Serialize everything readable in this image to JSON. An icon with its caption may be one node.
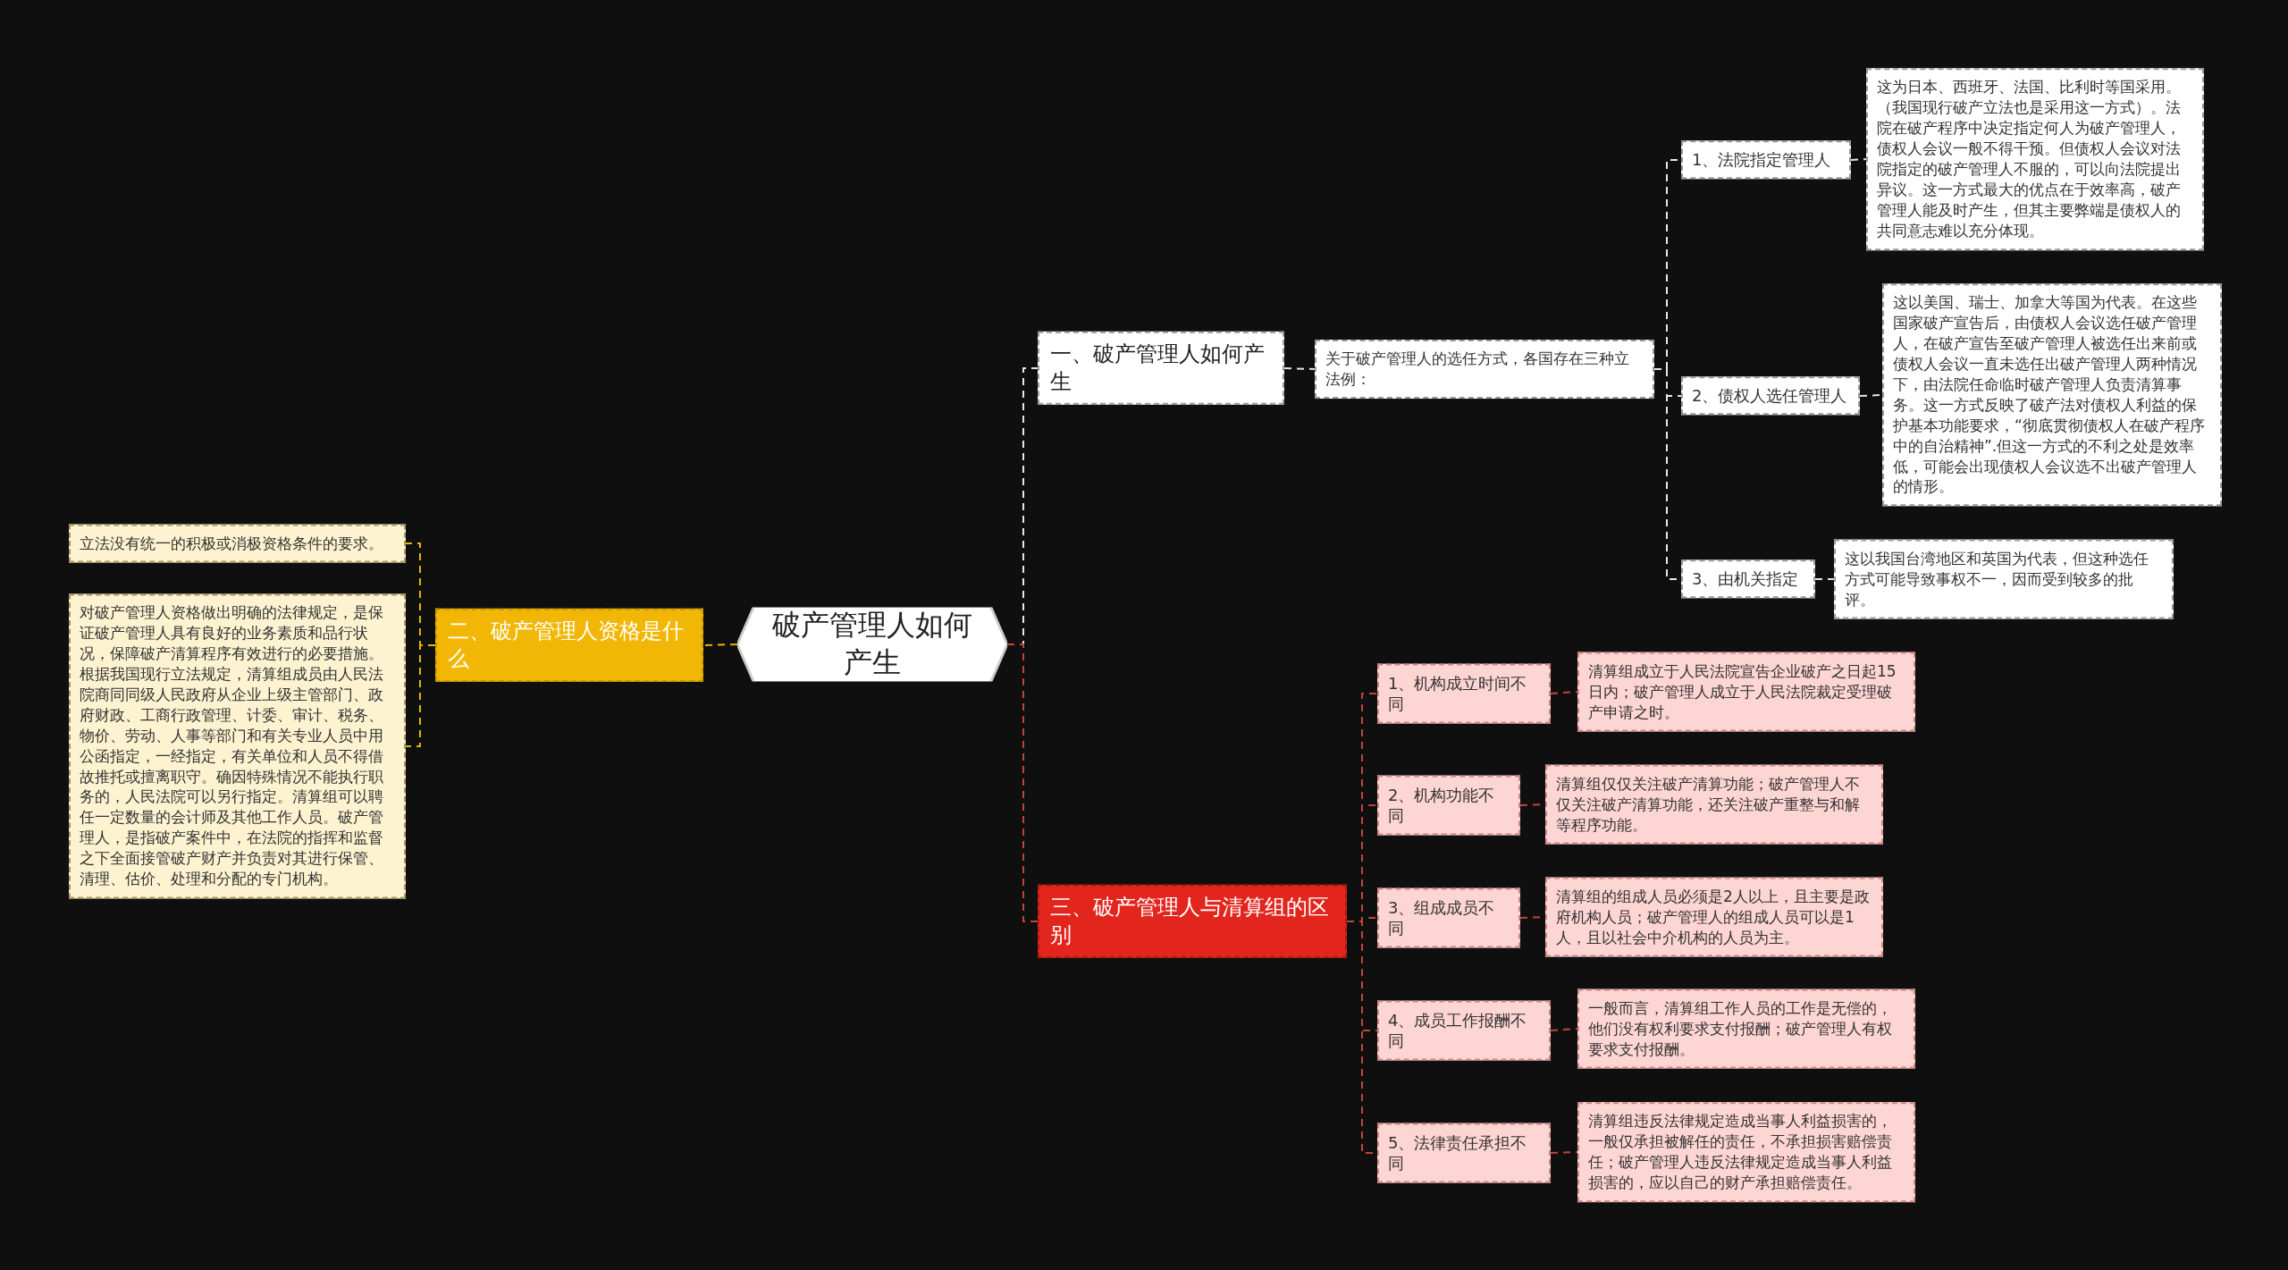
{
  "diagram": {
    "nodes": [
      {
        "text": [
          "破产管理人如何产生"
        ]
      },
      {
        "text": [
          "一、破产管理人如何产生"
        ]
      },
      {
        "text": [
          "关于破产管理人的选任方式，各国存在三种立法例："
        ]
      },
      {
        "text": [
          "1、法院指定管理人"
        ]
      },
      {
        "text": [
          "这为日本、西班牙、法国、比利时等国采用。（我国现行破产立法也是采用这一方式）。法院在破产程序中决定指定何人为破产管理人，债权人会议一般不得干预。但债权人会议对法院指定的破产管理人不服的，可以向法院提出异议。这一方式最大的优点在于效率高，破产管理人能及时产生，但其主要弊端是债权人的共同意志难以充分体现。"
        ]
      },
      {
        "text": [
          "2、债权人选任管理人"
        ]
      },
      {
        "text": [
          "这以美国、瑞士、加拿大等国为代表。在这些国家破产宣告后，由债权人会议选任破产管理人，在破产宣告至破产管理人被选任出来前或债权人会议一直未选任出破产管理人两种情况下，由法院任命临时破产管理人负责清算事务。这一方式反映了破产法对债权人利益的保护基本功能要求，“彻底贯彻债权人在破产程序中的自治精神”.但这一方式的不利之处是效率低，可能会出现债权人会议选不出破产管理人的情形。"
        ]
      },
      {
        "text": [
          "3、由机关指定"
        ]
      },
      {
        "text": [
          "这以我国台湾地区和英国为代表，但这种选任方式可能导致事权不一，因而受到较多的批评。"
        ]
      },
      {
        "text": [
          "二、破产管理人资格是什么"
        ]
      },
      {
        "text": [
          "立法没有统一的积极或消极资格条件的要求。"
        ]
      },
      {
        "text": [
          "对破产管理人资格做出明确的法律规定，是保证破产管理人具有良好的业务素质和品行状况，保障破产清算程序有效进行的必要措施。根据我国现行立法规定，清算组成员由人民法院商同同级人民政府从企业上级主管部门、政府财政、工商行政管理、计委、审计、税务、物价、劳动、人事等部门和有关专业人员中用公函指定，一经指定，有关单位和人员不得借故推托或擅离职守。确因特殊情况不能执行职务的，人民法院可以另行指定。清算组可以聘任一定数量的会计师及其他工作人员。破产管理人，是指破产案件中，在法院的指挥和监督之下全面接管破产财产并负责对其进行保管、清理、估价、处理和分配的专门机构。"
        ]
      },
      {
        "text": [
          "三、破产管理人与清算组的区别"
        ]
      },
      {
        "text": [
          "1、机构成立时间不同"
        ]
      },
      {
        "text": [
          "清算组成立于人民法院宣告企业破产之日起15日内；破产管理人成立于人民法院裁定受理破产申请之时。"
        ]
      },
      {
        "text": [
          "2、机构功能不同"
        ]
      },
      {
        "text": [
          "清算组仅仅关注破产清算功能；破产管理人不仅关注破产清算功能，还关注破产重整与和解等程序功能。"
        ]
      },
      {
        "text": [
          "3、组成成员不同"
        ]
      },
      {
        "text": [
          "清算组的组成人员必须是2人以上，且主要是政府机构人员；破产管理人的组成人员可以是1人，且以社会中介机构的人员为主。"
        ]
      },
      {
        "text": [
          "4、成员工作报酬不同"
        ]
      },
      {
        "text": [
          "一般而言，清算组工作人员的工作是无偿的，他们没有权利要求支付报酬；破产管理人有权要求支付报酬。"
        ]
      },
      {
        "text": [
          "5、法律责任承担不同"
        ]
      },
      {
        "text": [
          "清算组违反法律规定造成当事人利益损害的，一般仅承担被解任的责任，不承担损害赔偿责任；破产管理人违反法律规定造成当事人利益损害的，应以自己的财产承担赔偿责任。"
        ]
      }
    ],
    "edges": [
      {
        "from": 0,
        "to": 1,
        "arrow": "none",
        "style": "dashed",
        "color": "#e6e6e6"
      },
      {
        "from": 1,
        "to": 2,
        "arrow": "none",
        "style": "dashed",
        "color": "#e6e6e6"
      },
      {
        "from": 2,
        "to": 3,
        "arrow": "none",
        "style": "dashed",
        "color": "#e6e6e6"
      },
      {
        "from": 3,
        "to": 4,
        "arrow": "none",
        "style": "dashed",
        "color": "#e6e6e6"
      },
      {
        "from": 2,
        "to": 5,
        "arrow": "none",
        "style": "dashed",
        "color": "#e6e6e6"
      },
      {
        "from": 5,
        "to": 6,
        "arrow": "none",
        "style": "dashed",
        "color": "#e6e6e6"
      },
      {
        "from": 2,
        "to": 7,
        "arrow": "none",
        "style": "dashed",
        "color": "#e6e6e6"
      },
      {
        "from": 7,
        "to": 8,
        "arrow": "none",
        "style": "dashed",
        "color": "#e6e6e6"
      },
      {
        "from": 0,
        "to": 9,
        "arrow": "none",
        "style": "dashed",
        "color": "#e8b400"
      },
      {
        "from": 9,
        "to": 10,
        "arrow": "none",
        "style": "dashed",
        "color": "#e8b400"
      },
      {
        "from": 9,
        "to": 11,
        "arrow": "none",
        "style": "dashed",
        "color": "#e8b400"
      },
      {
        "from": 0,
        "to": 12,
        "arrow": "none",
        "style": "dashed"
      },
      {
        "from": 12,
        "to": 13,
        "arrow": "none",
        "style": "dashed"
      },
      {
        "from": 13,
        "to": 14,
        "arrow": "none",
        "style": "dashed"
      },
      {
        "from": 12,
        "to": 15,
        "arrow": "none",
        "style": "dashed"
      },
      {
        "from": 15,
        "to": 16,
        "arrow": "none",
        "style": "dashed"
      },
      {
        "from": 12,
        "to": 17,
        "arrow": "none",
        "style": "dashed"
      },
      {
        "from": 17,
        "to": 18,
        "arrow": "none",
        "style": "dashed"
      },
      {
        "from": 12,
        "to": 19,
        "arrow": "none",
        "style": "dashed"
      },
      {
        "from": 19,
        "to": 20,
        "arrow": "none",
        "style": "dashed"
      },
      {
        "from": 12,
        "to": 21,
        "arrow": "none",
        "style": "dashed"
      },
      {
        "from": 21,
        "to": 22,
        "arrow": "none",
        "style": "dashed"
      }
    ]
  }
}
